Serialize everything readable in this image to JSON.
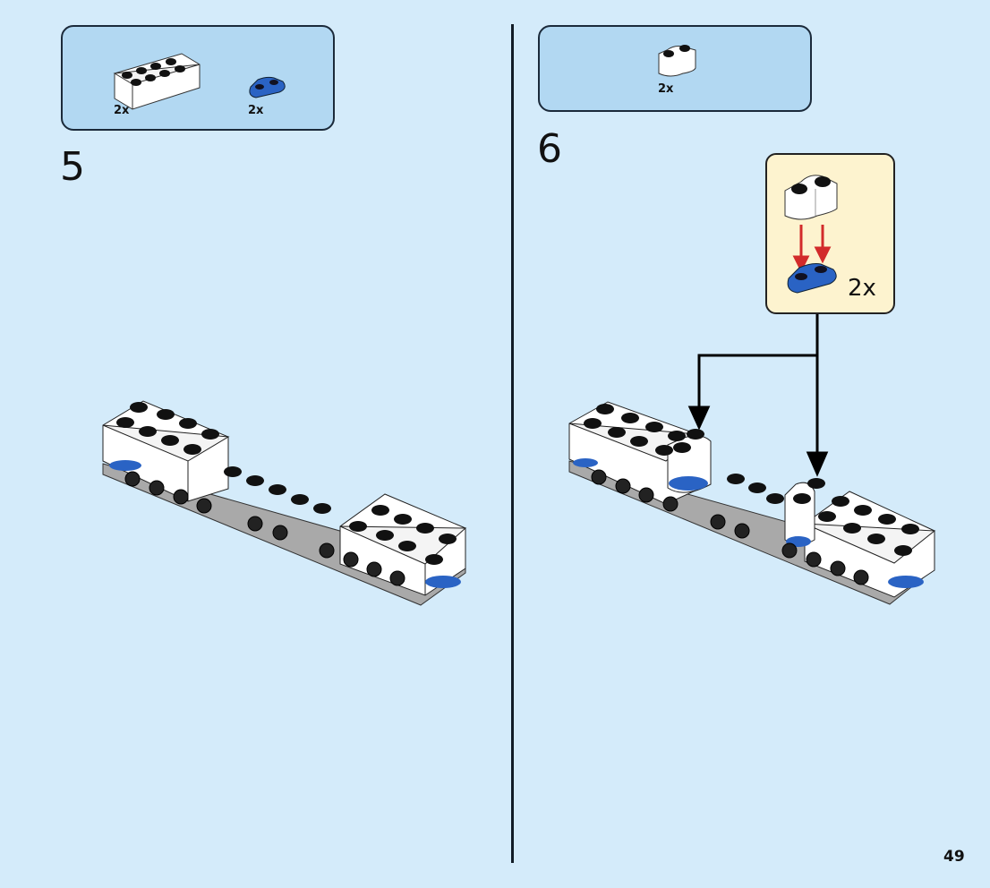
{
  "page": {
    "number": "49"
  },
  "colors": {
    "background": "#d4ebfa",
    "parts_box": "#b2d8f2",
    "subassembly_bg": "#fdf3cf",
    "brick_blue": "#2a63c4",
    "plate_gray": "#a9a9a9",
    "arrow_red": "#d22b2b"
  },
  "steps": [
    {
      "number": "5",
      "parts": [
        {
          "name": "white 2x4 brick",
          "qty": "2x"
        },
        {
          "name": "blue 1x2 rounded plate",
          "qty": "2x"
        }
      ]
    },
    {
      "number": "6",
      "parts": [
        {
          "name": "white 1x2 masonry log brick",
          "qty": "2x"
        }
      ],
      "subassembly": {
        "qty": "2x"
      }
    }
  ]
}
